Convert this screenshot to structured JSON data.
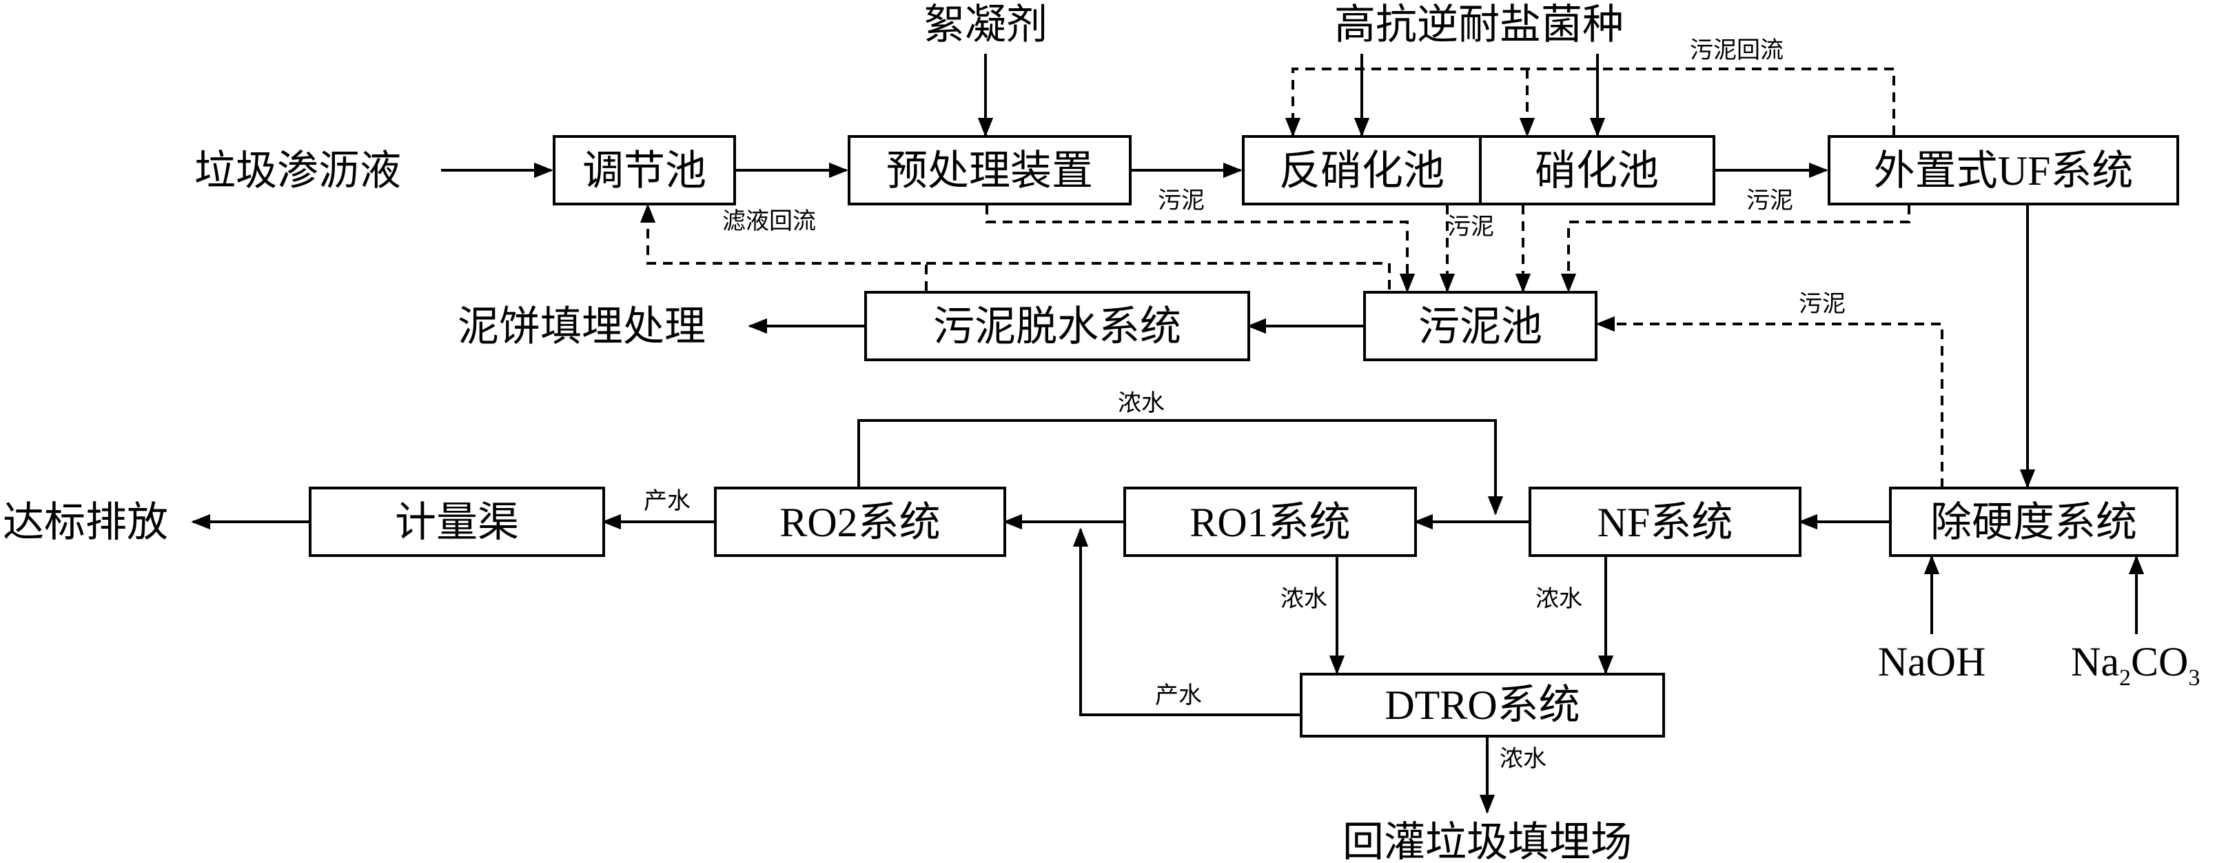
{
  "inputs": {
    "leachate": "垃圾渗沥液",
    "flocculant": "絮凝剂",
    "bacteria": "高抗逆耐盐菌种",
    "naoh": "NaOH",
    "na2co3_base": "Na",
    "na2co3_sub2": "2",
    "na2co3_mid": "CO",
    "na2co3_sub3": "3"
  },
  "nodes": {
    "regulating_tank": "调节池",
    "pretreatment": "预处理装置",
    "denitrification": "反硝化池",
    "nitrification": "硝化池",
    "uf_system": "外置式UF系统",
    "sludge_tank": "污泥池",
    "sludge_dewatering": "污泥脱水系统",
    "hardness_removal": "除硬度系统",
    "nf_system": "NF系统",
    "ro1_system": "RO1系统",
    "ro2_system": "RO2系统",
    "metering_channel": "计量渠",
    "dtro_system": "DTRO系统"
  },
  "outputs": {
    "cake_landfill": "泥饼填埋处理",
    "discharge": "达标排放",
    "reinjection": "回灌垃圾填埋场"
  },
  "edge_labels": {
    "sludge_return": "污泥回流",
    "filtrate_return": "滤液回流",
    "sludge": "污泥",
    "concentrate": "浓水",
    "permeate": "产水"
  }
}
